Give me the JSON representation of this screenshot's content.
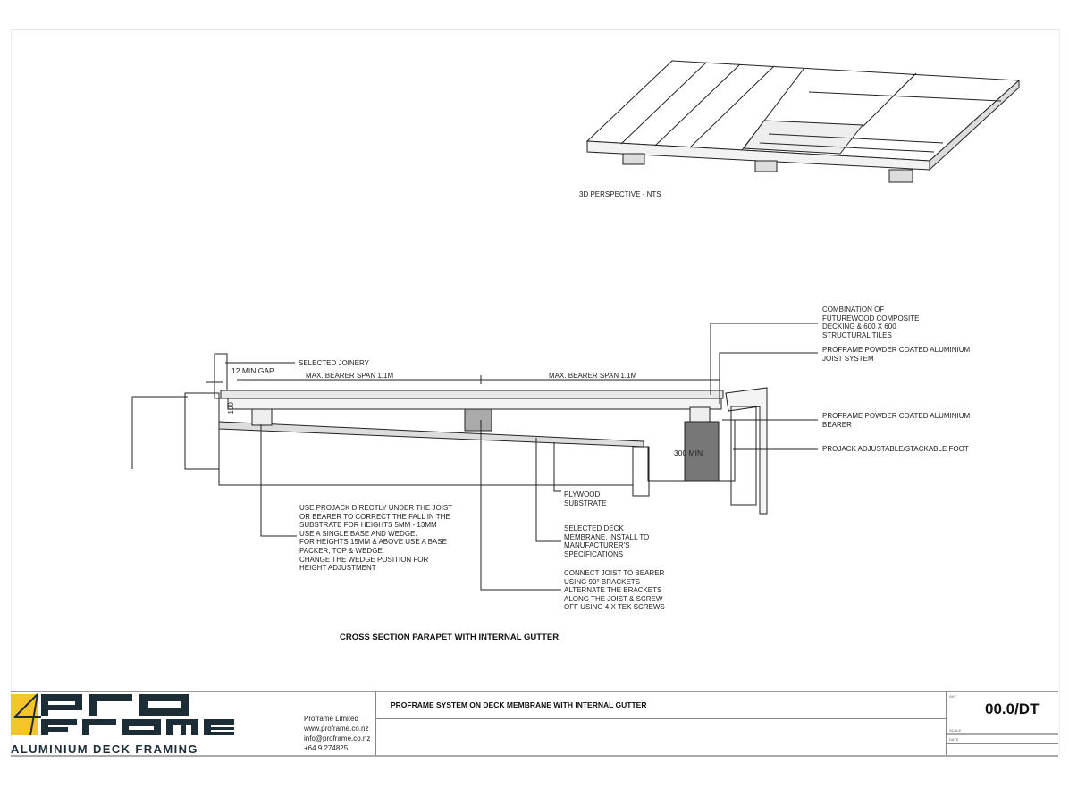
{
  "perspective": {
    "caption": "3D PERSPECTIVE - NTS"
  },
  "section": {
    "title": "CROSS SECTION PARAPET WITH INTERNAL GUTTER",
    "dims": {
      "gap": "12 MIN GAP",
      "span1": "MAX. BEARER SPAN 1.1m",
      "span2": "MAX. BEARER SPAN 1.1m",
      "height": "100",
      "gutter": "300 MIN"
    },
    "labels": {
      "joinery": "SELECTED JOINERY",
      "decking": "COMBINATION OF\nFUTUREWOOD COMPOSITE\nDECKING & 600 x 600\nSTRUCTURAL TILES",
      "joist": "PROFRAME POWDER COATED ALUMINIUM\nJOIST SYSTEM",
      "bearer": "PROFRAME POWDER COATED ALUMINIUM\nBEARER",
      "foot": "PROJACK ADJUSTABLE/STACKABLE FOOT",
      "plywood": "PLYWOOD\nSUBSTRATE",
      "membrane": "SELECTED DECK\nMEMBRANE.  INSTALL TO\nMANUFACTURER'S\nSPECIFICATIONS",
      "bracket": "CONNECT JOIST TO BEARER\nUSING 90° BRACKETS\nALTERNATE THE BRACKETS\nALONG THE JOIST & SCREW\nOFF USING 4 x TEK SCREWS",
      "projack": "USE PROJACK DIRECTLY UNDER THE JOIST\nOR BEARER TO CORRECT THE FALL IN THE\nSUBSTRATE FOR HEIGHTS 5mm - 13mm\nUSE A SINGLE BASE AND WEDGE.\nFOR HEIGHTS 15mm & ABOVE USE A BASE\nPACKER, TOP & WEDGE.\nCHANGE THE WEDGE POSITION FOR\nHEIGHT ADJUSTMENT"
    }
  },
  "title_block": {
    "logo_text": "PRO FRAME",
    "logo_tagline": "ALUMINIUM DECK FRAMING",
    "company": "Proframe Limited",
    "website": "www.proframe.co.nz",
    "email": "info@proframe.co.nz",
    "phone": "+64 9 274825",
    "project_title": "PROFRAME SYSTEM ON DECK MEMBRANE WITH INTERNAL GUTTER",
    "sheet_label": "SHT",
    "sheet_number": "00.0/DT",
    "scale_label": "SCALE",
    "date_label": "DATE"
  },
  "colors": {
    "logo_yellow": "#f7c52a",
    "logo_dark": "#1c2d36",
    "foot_grey": "#777777"
  }
}
